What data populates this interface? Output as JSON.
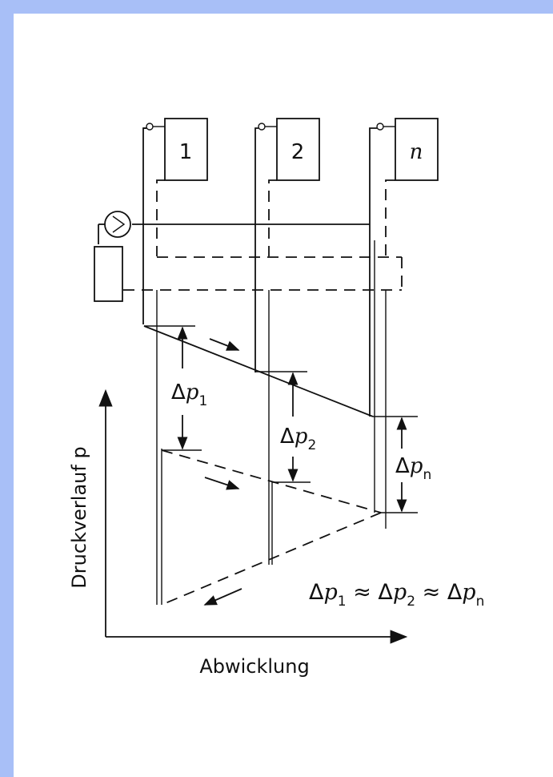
{
  "consumers": {
    "c1": "1",
    "c2": "2",
    "cn": "n"
  },
  "axes": {
    "y_label": "Druckverlauf p",
    "x_label": "Abwicklung"
  },
  "labels": {
    "dp1_delta": "Δ",
    "dp1_p": "p",
    "dp1_sub": "1",
    "dp2_delta": "Δ",
    "dp2_p": "p",
    "dp2_sub": "2",
    "dpn_delta": "Δ",
    "dpn_p": "p",
    "dpn_sub": "n"
  },
  "formula": {
    "t1": "Δ",
    "p1": "p",
    "s1": "1",
    "op1": " ≈ ",
    "t2": "Δ",
    "p2": "p",
    "s2": "2",
    "op2": " ≈ ",
    "t3": "Δ",
    "p3": "p",
    "s3": "n"
  },
  "colors": {
    "frame": "#a8bff7",
    "ink": "#111111"
  }
}
